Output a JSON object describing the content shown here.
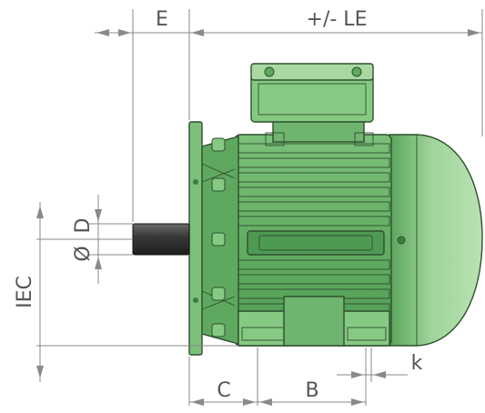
{
  "labels": {
    "e": "E",
    "le": "+/- LE",
    "d": "D",
    "d_symbol": "Ø",
    "iec": "IEC",
    "c": "C",
    "b": "B",
    "k": "k"
  },
  "colors": {
    "body_green": "#6fb46f",
    "light_green": "#a9d9a3",
    "dark_green": "#3f7a43",
    "shaft": "#3c3c3c",
    "dimension_line": "#8a8a8a",
    "label_text": "#555555"
  }
}
